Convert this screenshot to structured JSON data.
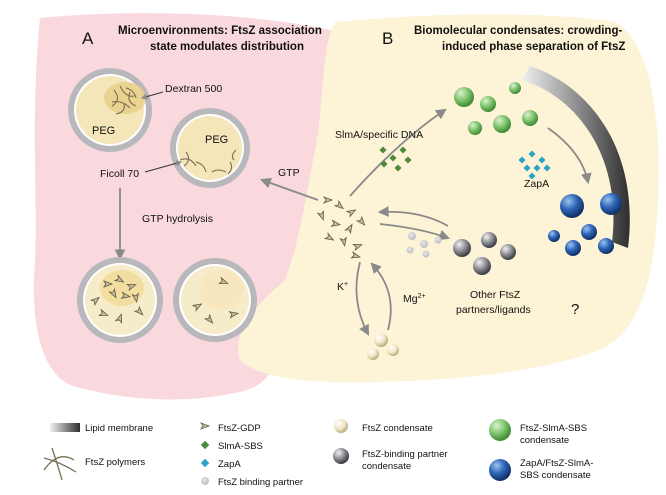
{
  "panel_a": {
    "letter": "A",
    "title_line1": "Microenvironments: FtsZ association",
    "title_line2": "state modulates distribution",
    "dextran_label": "Dextran 500",
    "peg_label_1": "PEG",
    "peg_label_2": "PEG",
    "ficoll_label": "Ficoll 70",
    "gtp_hydrolysis_label": "GTP hydrolysis",
    "gtp_label": "GTP"
  },
  "panel_b": {
    "letter": "B",
    "title_line1": "Biomolecular condensates: crowding-",
    "title_line2": "induced phase separation of FtsZ",
    "slma_label": "SlmA/specific DNA",
    "zapa_label": "ZapA",
    "k_label": "K",
    "k_sup": "+",
    "mg_label": "Mg",
    "mg_sup": "2+",
    "other_line1": "Other FtsZ",
    "other_line2": "partners/ligands",
    "question": "?"
  },
  "legend": {
    "lipid_membrane": "Lipid membrane",
    "ftsz_polymers": "FtsZ polymers",
    "ftsz_gdp": "FtsZ-GDP",
    "slma_sbs": "SlmA-SBS",
    "zapa": "ZapA",
    "ftsz_binding_partner": "FtsZ binding partner",
    "ftsz_condensate": "FtsZ condensate",
    "partner_condensate_line1": "FtsZ-binding partner",
    "partner_condensate_line2": "condensate",
    "slma_condensate_line1": "FtsZ-SlmA-SBS",
    "slma_condensate_line2": "condensate",
    "zapa_condensate_line1": "ZapA/FtsZ-SlmA-",
    "zapa_condensate_line2": "SBS condensate"
  },
  "colors": {
    "panel_a_bg": "#f9d9dd",
    "panel_b_bg": "#fdf3d6",
    "arrow": "#8a8a8a",
    "green_condensate": "#7dc36b",
    "blue_condensate": "#2f67b8",
    "grey_condensate": "#6a6a72",
    "cream_condensate": "#efe6c4",
    "slma_green": "#4e8a3e",
    "zapa_cyan": "#2ba3c7"
  }
}
